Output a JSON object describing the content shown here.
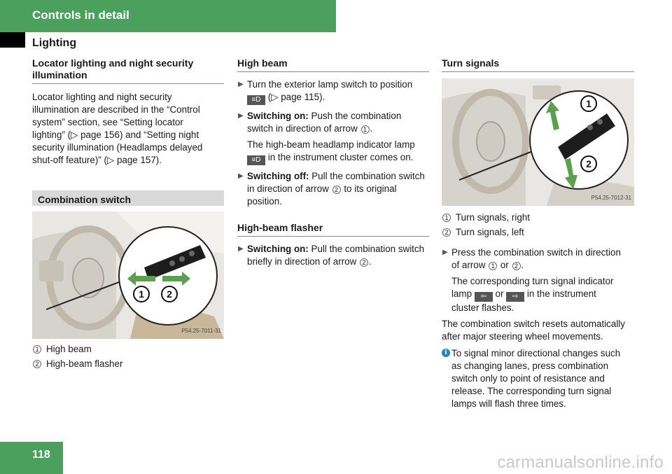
{
  "header": {
    "section": "Controls in detail",
    "subsection": "Lighting"
  },
  "col1": {
    "heading": "Locator lighting and night security illumination",
    "body": [
      "Locator lighting and night security",
      "illumination are described in the “Control",
      "system” section, see “Setting locator",
      "lighting” (▷ page 156) and “Setting night",
      "security illumination (Headlamps delayed",
      "shut-off feature)” (▷ page 157)."
    ],
    "band": "Combination switch",
    "figure_id": "P54.25-7011-31",
    "captions": [
      {
        "num": "1",
        "text": "High beam"
      },
      {
        "num": "2",
        "text": "High-beam flasher"
      }
    ]
  },
  "col2": {
    "heading": "High beam",
    "step1_line1": "Turn the exterior lamp switch to position",
    "step1_line2": "(▷ page 115).",
    "step2_bold": "Switching on:",
    "step2_a": "Push the combination",
    "step2_b": "switch in direction of arrow",
    "step2_num": "1",
    "step2_note_line1": "The high-beam headlamp indicator lamp",
    "step2_note_line2": "in the instrument cluster comes on.",
    "step3_bold": "Switching off:",
    "step3_a": "Pull the combination switch",
    "step3_b": "in direction of arrow",
    "step3_num": "2",
    "step3_c": "to its original",
    "step3_d": "position.",
    "heading2": "High-beam flasher",
    "step4_bold": "Switching on:",
    "step4_a": "Pull the combination switch",
    "step4_b": "briefly in direction of arrow",
    "step4_num": "2"
  },
  "col3": {
    "heading": "Turn signals",
    "figure_id": "P54.25-7012-31",
    "captions": [
      {
        "num": "1",
        "text": "Turn signals, right"
      },
      {
        "num": "2",
        "text": "Turn signals, left"
      }
    ],
    "step_line1": "Press the combination switch in direction",
    "step_line2_a": "of arrow",
    "step_line2_or": "or",
    "note_line1": "The corresponding turn signal indicator",
    "note_line2_a": "lamp",
    "note_line2_or": "or",
    "note_line2_b": "in the instrument",
    "note_line3": "cluster flashes.",
    "para_line1": "The combination switch resets automatically",
    "para_line2": "after major steering wheel movements.",
    "info_lines": [
      "To signal minor directional changes such",
      "as changing lanes, press combination",
      "switch only to point of resistance and",
      "release. The corresponding turn signal",
      "lamps will flash three times."
    ]
  },
  "footer": {
    "page": "118",
    "watermark": "carmanualsonline.info"
  },
  "colors": {
    "green": "#4aa05c",
    "band": "#d9d9d9",
    "arrow_green": "#5aa04e"
  }
}
